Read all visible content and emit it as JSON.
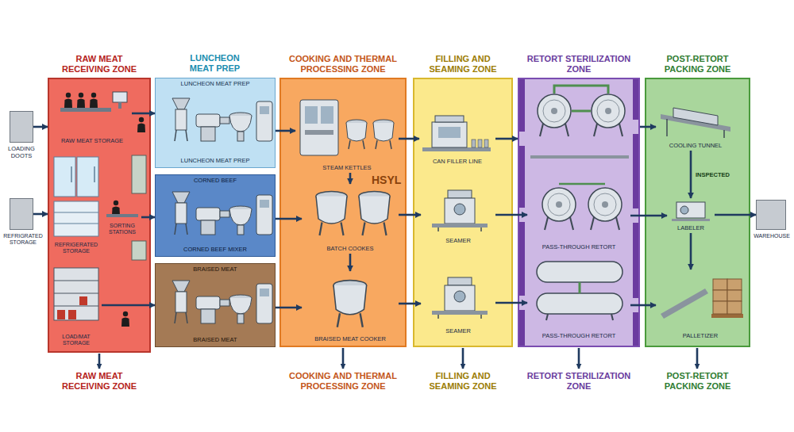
{
  "diagram": {
    "nodes": [
      {
        "text": [
          "LOADING DOOTS"
        ]
      },
      {
        "text": [
          "REFRIGRATED STORAGE"
        ]
      },
      {
        "text": [
          "RAW MEAT RECEIVING ZONE",
          "RAW MEAT RECEIVING ZONE"
        ]
      },
      {
        "text": [
          "RAW MEAT STORAGE"
        ],
        "in": 2
      },
      {
        "text": [
          "REFRIGERATED STORAGE"
        ],
        "in": 2
      },
      {
        "text": [
          "SORTING STATIONS"
        ],
        "in": 2
      },
      {
        "text": [
          "LOAD/MAT STORAGE"
        ],
        "in": 2
      },
      {
        "text": [
          "LUNCHEON MEAT PREP",
          "LUNCHEON MEAT PREP",
          "LUNCHEON MEAT PREP"
        ]
      },
      {
        "text": [
          "CORNED BEEF",
          "CORNED BEEF MIXER"
        ]
      },
      {
        "text": [
          "BRAISED MEAT",
          "BRAISED MEAT"
        ]
      },
      {
        "text": [
          "COOKING AND THERMAL PROCESSING ZONE",
          "COOKING AND THERMAL PROCESSING ZONE"
        ]
      },
      {
        "text": [
          "STEAM KETTLES"
        ],
        "in": 10
      },
      {
        "text": [
          "BATCH COOKES"
        ],
        "in": 10
      },
      {
        "text": [
          "BRAISED MEAT COOKER"
        ],
        "in": 10
      },
      {
        "text": [
          "FILLING AND SEAMING ZONE",
          "FILLING AND SEAMING ZONE"
        ]
      },
      {
        "text": [
          "CAN FILLER LINE"
        ],
        "in": 14
      },
      {
        "text": [
          "SEAMER"
        ],
        "in": 14
      },
      {
        "text": [
          "SEAMER"
        ],
        "in": 14
      },
      {
        "text": [
          "RETORT STERILIZATION ZONE",
          "RETORT STERILIZATION ZONE"
        ]
      },
      {
        "text": [
          "PASS-THROUGH RETORT"
        ],
        "in": 18
      },
      {
        "text": [
          "PASS-THROUGH RETORT"
        ],
        "in": 18
      },
      {
        "text": [
          "POST-RETORT PACKING ZONE",
          "POST-RETORT PACKING ZONE"
        ]
      },
      {
        "text": [
          "COOLING TUNNEL"
        ],
        "in": 21
      },
      {
        "text": [
          "LABELER"
        ],
        "in": 21
      },
      {
        "text": [
          "PALLETIZER"
        ],
        "in": 21
      },
      {
        "text": [
          "WAREHOUSE"
        ]
      }
    ],
    "edges": [
      {
        "from": 0,
        "to": 2,
        "arrow": "to"
      },
      {
        "from": 1,
        "to": 2,
        "arrow": "to"
      },
      {
        "from": 3,
        "to": 7,
        "arrow": "to"
      },
      {
        "from": 5,
        "to": 8,
        "arrow": "to"
      },
      {
        "from": 6,
        "to": 9,
        "arrow": "to"
      },
      {
        "from": 7,
        "to": 11,
        "arrow": "to"
      },
      {
        "from": 8,
        "to": 12,
        "arrow": "to"
      },
      {
        "from": 9,
        "to": 13,
        "arrow": "to"
      },
      {
        "from": 11,
        "to": 12,
        "arrow": "to"
      },
      {
        "from": 12,
        "to": 13,
        "arrow": "to"
      },
      {
        "from": 11,
        "to": 15,
        "arrow": "to"
      },
      {
        "from": 12,
        "to": 16,
        "arrow": "to"
      },
      {
        "from": 13,
        "to": 17,
        "arrow": "to"
      },
      {
        "from": 15,
        "to": 18,
        "arrow": "to"
      },
      {
        "from": 16,
        "to": 19,
        "arrow": "to"
      },
      {
        "from": 17,
        "to": 20,
        "arrow": "to"
      },
      {
        "from": 18,
        "to": 22,
        "arrow": "to"
      },
      {
        "from": 19,
        "to": 23,
        "arrow": "to"
      },
      {
        "from": 20,
        "to": 24,
        "arrow": "to"
      },
      {
        "from": 22,
        "to": 23,
        "arrow": "to",
        "label": "INSPECTED"
      },
      {
        "from": 23,
        "to": 24,
        "arrow": "to"
      },
      {
        "from": 23,
        "to": 25,
        "arrow": "to"
      }
    ],
    "labels": [
      "HSYL"
    ]
  }
}
